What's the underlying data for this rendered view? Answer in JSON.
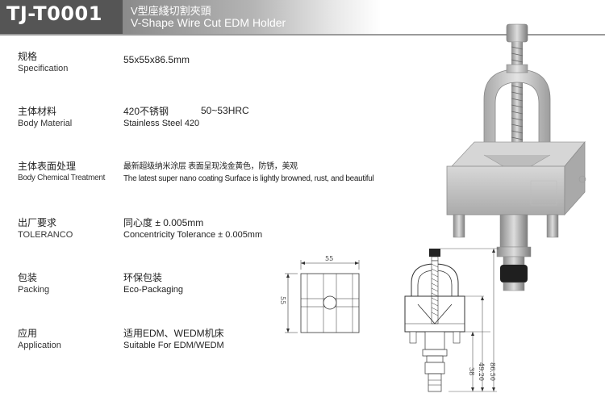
{
  "header": {
    "code": "TJ-T0001",
    "title_cn": "V型座綫切割夾頭",
    "title_en": "V-Shape Wire Cut EDM Holder"
  },
  "specs": [
    {
      "label_cn": "规格",
      "label_en": "Specification",
      "value_1": "55x55x86.5mm",
      "value_2": ""
    },
    {
      "label_cn": "主体材料",
      "label_en": "Body Material",
      "value_1": "420不锈钢",
      "value_1b": "50~53HRC",
      "value_2": "Stainless Steel 420"
    },
    {
      "label_cn": "主体表面处理",
      "label_en": "Body Chemical Treatment",
      "value_1": "最新超级纳米涂层 表面呈现浅金黄色，防锈，美观",
      "value_2": "The latest super nano coating Surface is lightly browned, rust, and beautiful"
    },
    {
      "label_cn": "出厂要求",
      "label_en": "TOLERANCO",
      "value_1": "同心度 ± 0.005mm",
      "value_2": "Concentricity Tolerance  ± 0.005mm"
    },
    {
      "label_cn": "包装",
      "label_en": "Packing",
      "value_1": "环保包装",
      "value_2": "Eco-Packaging"
    },
    {
      "label_cn": "应用",
      "label_en": "Application",
      "value_1": "适用EDM、WEDM机床",
      "value_2": "Suitable For EDM/WEDM"
    }
  ],
  "drawing": {
    "top_width": "55",
    "top_height": "55",
    "side_dims": [
      "38",
      "49.20",
      "86.50"
    ]
  },
  "colors": {
    "header_dark": "#555555",
    "header_gradient_start": "#8a8a8a",
    "steel": "#c9c9c9",
    "steel_dark": "#8d8d8d"
  }
}
